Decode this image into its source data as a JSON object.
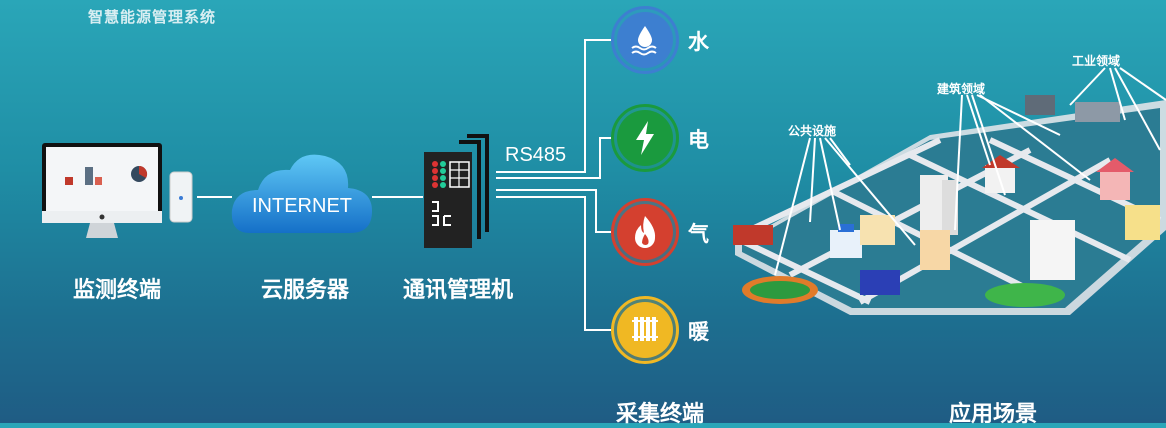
{
  "title": "智慧能源管理系统",
  "nodes": {
    "monitor": "监测终端",
    "cloud": "云服务器",
    "gateway": "通讯管理机",
    "collector": "采集终端",
    "scenario": "应用场景"
  },
  "cloud_text": "INTERNET",
  "protocol": "RS485",
  "energy": [
    {
      "label": "水",
      "icon": "water-drop-icon",
      "color": "#3d7fd0"
    },
    {
      "label": "电",
      "icon": "lightning-icon",
      "color": "#1a9a3e"
    },
    {
      "label": "气",
      "icon": "flame-icon",
      "color": "#d4402f"
    },
    {
      "label": "暖",
      "icon": "radiator-icon",
      "color": "#f0b823"
    }
  ],
  "areas": {
    "public": "公共设施",
    "building": "建筑领域",
    "industry": "工业领域"
  }
}
